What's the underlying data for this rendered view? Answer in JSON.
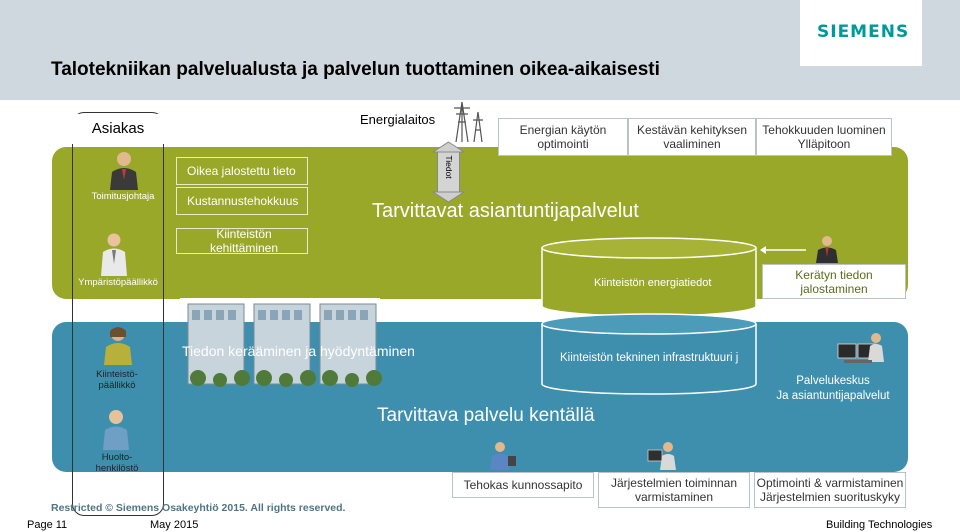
{
  "header": {
    "title": "Talotekniikan palvelualusta ja palvelun tuottaminen oikea-aikaisesti",
    "logo": "SIEMENS"
  },
  "customer": {
    "label": "Asiakas",
    "roles": [
      {
        "label": "Toimitusjohtaja"
      },
      {
        "label": "Ympäristöpäällikkö"
      },
      {
        "label": "Kiinteistö-\npäällikkö"
      },
      {
        "label": "Huolto-\nhenkilöstö"
      }
    ]
  },
  "top": {
    "energialaitos": "Energialaitos",
    "arrow_label": "Tiedot",
    "boxes": [
      {
        "label": "Energian käytön optimointi"
      },
      {
        "label": "Kestävän kehityksen vaaliminen"
      },
      {
        "label": "Tehokkuuden luominen Ylläpitoon"
      }
    ]
  },
  "green": {
    "boxes": [
      {
        "label": "Oikea jalostettu tieto"
      },
      {
        "label": "Kustannustehokkuus"
      },
      {
        "label": "Kiinteistön kehittäminen"
      }
    ],
    "headline": "Tarvittavat asiantuntijapalvelut",
    "energy_data": "Kiinteistön energiatiedot",
    "refine_box": "Kerätyn tiedon jalostaminen"
  },
  "blue": {
    "collect": "Tiedon kerääminen ja hyödyntäminen",
    "infrastructure": "Kiinteistön tekninen infrastruktuuri  j",
    "headline": "Tarvittava palvelu kentällä",
    "service_center": "Palvelukeskus\nJa asiantuntijapalvelut"
  },
  "bottom": {
    "boxes": [
      {
        "label": "Tehokas kunnossapito"
      },
      {
        "label": "Järjestelmien toiminnan varmistaminen"
      },
      {
        "label": "Optimointi & varmistaminen Järjestelmien suorituskyky"
      }
    ]
  },
  "footer": {
    "restricted": "Restricted © Siemens Osakeyhtiö 2015. All rights reserved.",
    "page": "Page 11",
    "date": "May 2015",
    "division": "Building Technologies"
  },
  "colors": {
    "header_band": "#ced8de",
    "green_band": "#9aa82a",
    "blue_band": "#3e8fae",
    "siemens": "#009999"
  }
}
